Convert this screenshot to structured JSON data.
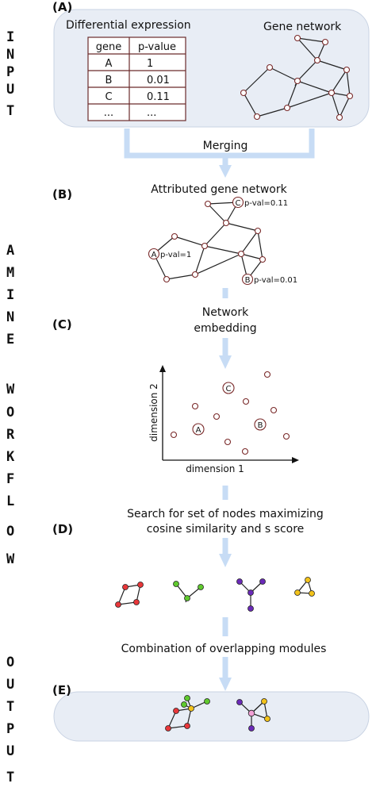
{
  "side_labels": {
    "input": [
      "I",
      "N",
      "P",
      "U",
      "T"
    ],
    "amine": [
      "A",
      "M",
      "I",
      "N",
      "E"
    ],
    "workflow": [
      "W",
      "O",
      "R",
      "K",
      "F",
      "L",
      "O",
      "W"
    ],
    "output": [
      "O",
      "U",
      "T",
      "P",
      "U",
      "T"
    ]
  },
  "panels": {
    "a": {
      "letter": "(A)",
      "de_title": "Differential expression",
      "network_title": "Gene network"
    },
    "b": {
      "letter": "(B)",
      "title": "Attributed gene network"
    },
    "c": {
      "letter": "(C)"
    },
    "d": {
      "letter": "(D)"
    },
    "e": {
      "letter": "(E)"
    }
  },
  "table": {
    "headers": [
      "gene",
      "p-value"
    ],
    "rows": [
      [
        "A",
        "1"
      ],
      [
        "B",
        "0.01"
      ],
      [
        "C",
        "0.11"
      ],
      [
        "...",
        "..."
      ]
    ]
  },
  "steps": {
    "merging": "Merging",
    "embedding_line1": "Network",
    "embedding_line2": "embedding",
    "search_line1": "Search for set of nodes maximizing",
    "search_line2": "cosine similarity and s score",
    "combination": "Combination of overlapping modules"
  },
  "node_labels": {
    "a": "A",
    "b": "B",
    "c": "C",
    "a_pval": "p-val=1",
    "b_pval": "p-val=0.01",
    "c_pval": "p-val=0.11"
  },
  "embedding_axes": {
    "x": "dimension 1",
    "y": "dimension 2"
  },
  "colors": {
    "red": "#e8373a",
    "green": "#5fc92e",
    "purple": "#6a2ab8",
    "yellow": "#f2c21a",
    "pink": "#f2a0d6",
    "box_fill": "#e8edf5",
    "flow_blue": "#c7dcf5"
  }
}
